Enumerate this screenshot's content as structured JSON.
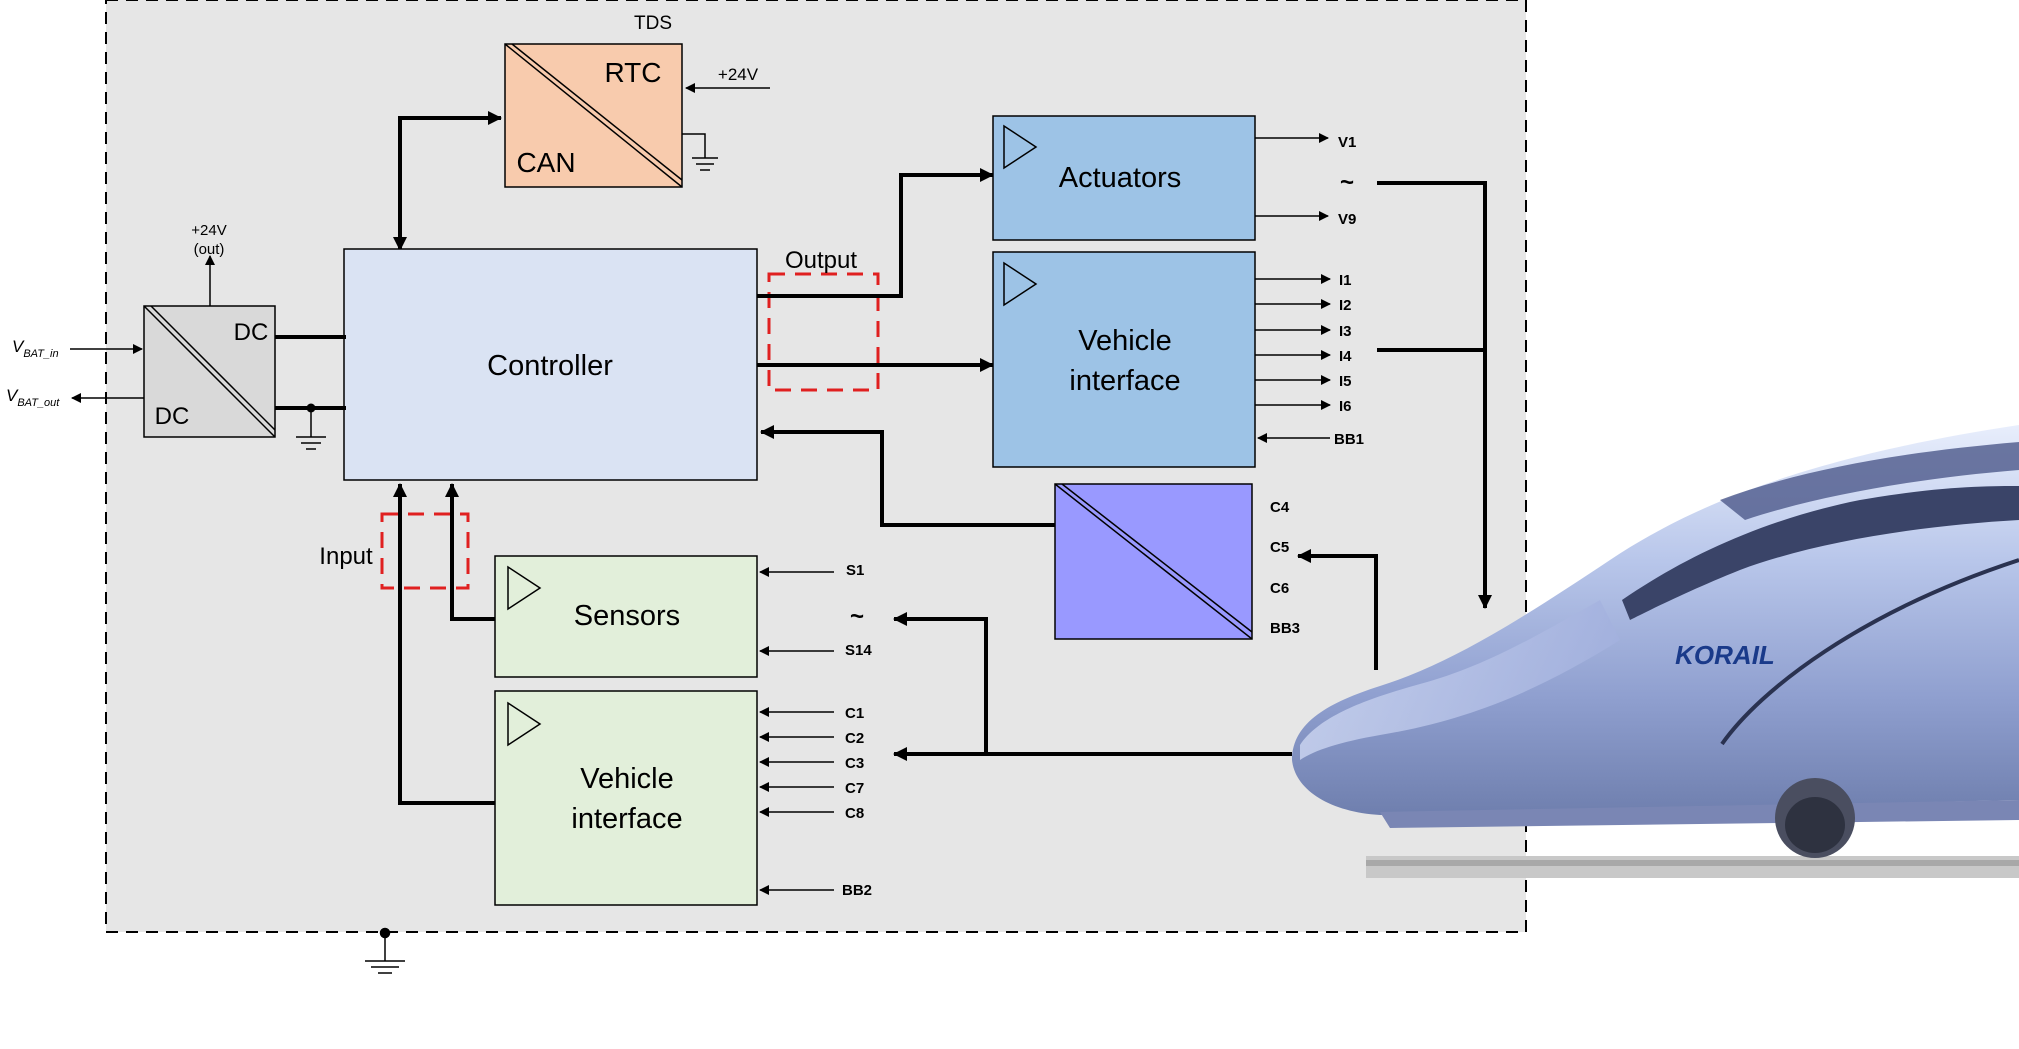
{
  "diagram": {
    "frame_label": "TDS",
    "rtc_box": {
      "top_label": "RTC",
      "bottom_label": "CAN",
      "supply_label": "+24V"
    },
    "dcdc_box": {
      "top_label": "DC",
      "bottom_label": "DC",
      "output_label_line1": "+24V",
      "output_label_line2": "(out)"
    },
    "vbat_in": {
      "main": "V",
      "sub": "BAT_in"
    },
    "vbat_out": {
      "main": "V",
      "sub": "BAT_out"
    },
    "controller": {
      "label": "Controller"
    },
    "output_label": "Output",
    "input_label": "Input",
    "actuators": {
      "label": "Actuators",
      "out_top": "V1",
      "out_bottom": "V9",
      "tilde": "~"
    },
    "vehicle_interface_out": {
      "line1": "Vehicle",
      "line2": "interface",
      "outputs": [
        "I1",
        "I2",
        "I3",
        "I4",
        "I5",
        "I6"
      ],
      "input": "BB1"
    },
    "comm_box": {
      "labels": [
        "C4",
        "C5",
        "C6",
        "BB3"
      ]
    },
    "sensors": {
      "label": "Sensors",
      "in_top": "S1",
      "in_bottom": "S14",
      "tilde": "~"
    },
    "vehicle_interface_in": {
      "line1": "Vehicle",
      "line2": "interface",
      "inputs": [
        "C1",
        "C2",
        "C3",
        "C7",
        "C8"
      ],
      "bottom_input": "BB2"
    },
    "train_logo": "KORAIL",
    "colors": {
      "frame_fill": "#e6e6e6",
      "rtc_fill": "#f8cbad",
      "controller_fill": "#dae3f3",
      "dcdc_fill": "#d9d9d9",
      "actuator_fill": "#9dc3e6",
      "comm_fill": "#9999ff",
      "sensor_fill": "#e2efda",
      "highlight_dash": "#e02020"
    }
  }
}
